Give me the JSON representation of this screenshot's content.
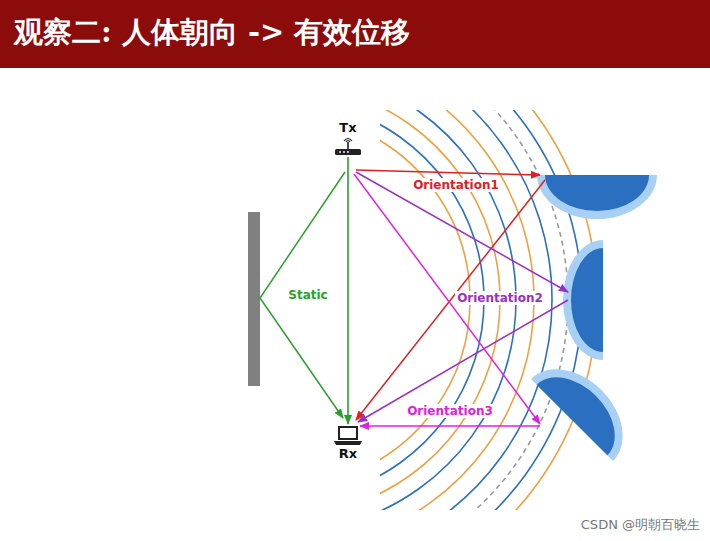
{
  "diagram": {
    "title": "观察二: 人体朝向 -> 有效位移",
    "nodes": [
      {
        "text": [
          "Tx"
        ]
      },
      {
        "text": [
          "Rx"
        ]
      }
    ],
    "edges": [
      {
        "from": 0,
        "to": 1,
        "arrow": "to"
      }
    ],
    "labels": [
      "Static",
      "Orientation1",
      "Orientation2",
      "Orientation3",
      "CSDN @明朝百晓生"
    ]
  }
}
